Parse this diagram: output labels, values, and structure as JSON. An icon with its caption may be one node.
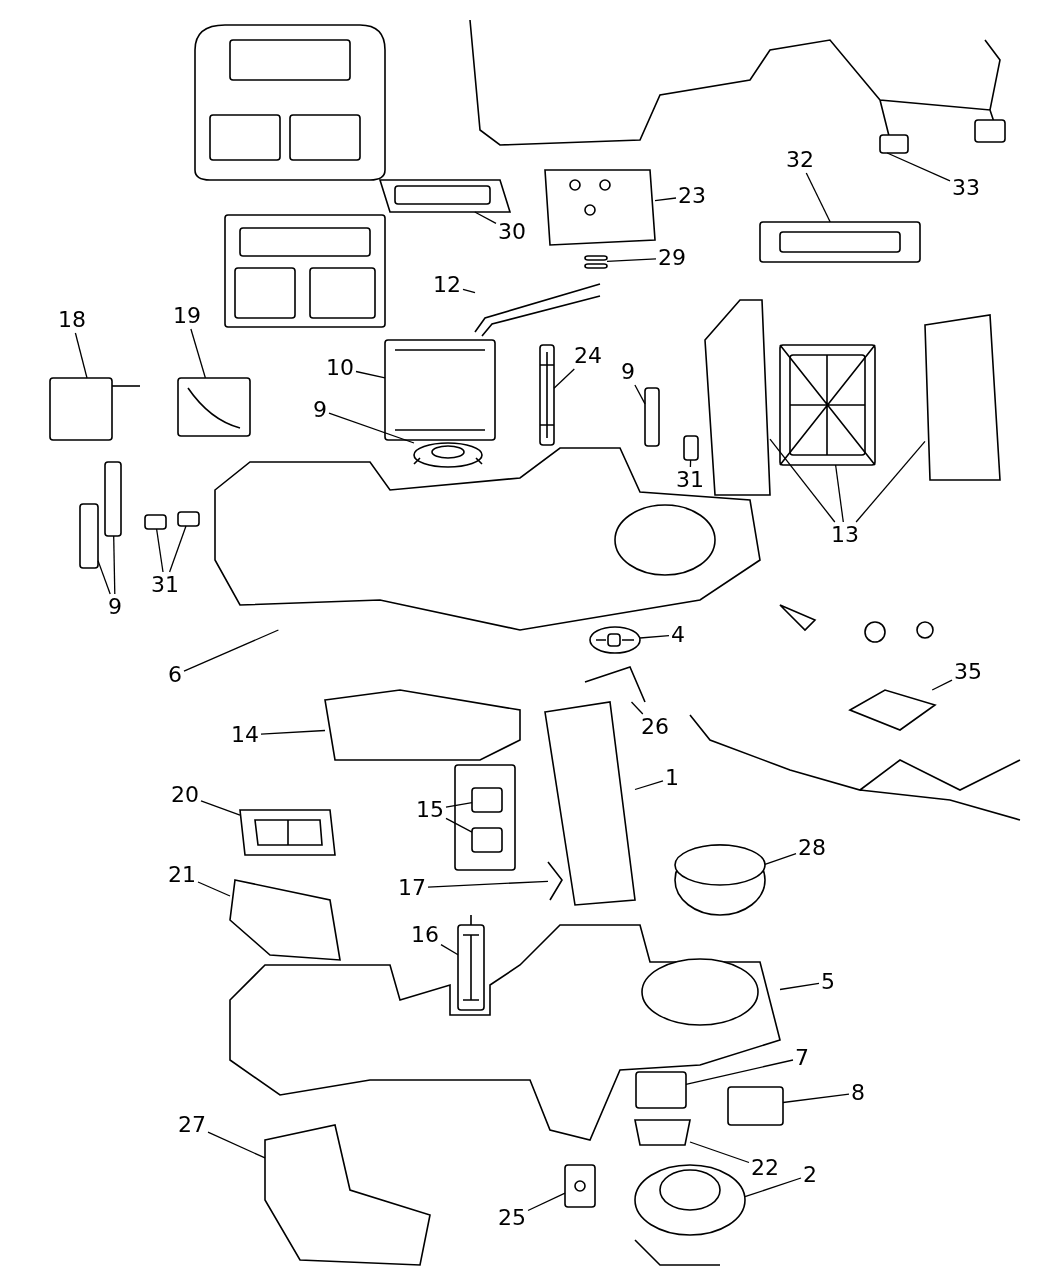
{
  "diagram": {
    "nodes": [
      {
        "text": [
          "33"
        ]
      },
      {
        "text": [
          "32"
        ]
      },
      {
        "text": [
          "23"
        ]
      },
      {
        "text": [
          "30"
        ]
      },
      {
        "text": [
          "29"
        ]
      },
      {
        "text": [
          "12"
        ]
      },
      {
        "text": [
          "18"
        ]
      },
      {
        "text": [
          "19"
        ]
      },
      {
        "text": [
          "10"
        ]
      },
      {
        "text": [
          "24"
        ]
      },
      {
        "text": [
          "9"
        ]
      },
      {
        "text": [
          "9"
        ]
      },
      {
        "text": [
          "31"
        ]
      },
      {
        "text": [
          "13"
        ]
      },
      {
        "text": [
          "31"
        ]
      },
      {
        "text": [
          "9"
        ]
      },
      {
        "text": [
          "6"
        ]
      },
      {
        "text": [
          "4"
        ]
      },
      {
        "text": [
          "35"
        ]
      },
      {
        "text": [
          "14"
        ]
      },
      {
        "text": [
          "26"
        ]
      },
      {
        "text": [
          "1"
        ]
      },
      {
        "text": [
          "15"
        ]
      },
      {
        "text": [
          "20"
        ]
      },
      {
        "text": [
          "17"
        ]
      },
      {
        "text": [
          "28"
        ]
      },
      {
        "text": [
          "21"
        ]
      },
      {
        "text": [
          "16"
        ]
      },
      {
        "text": [
          "5"
        ]
      },
      {
        "text": [
          "7"
        ]
      },
      {
        "text": [
          "8"
        ]
      },
      {
        "text": [
          "27"
        ]
      },
      {
        "text": [
          "22"
        ]
      },
      {
        "text": [
          "25"
        ]
      },
      {
        "text": [
          "2"
        ]
      },
      {
        "text": [],
        "shape": "picture"
      },
      {
        "text": [],
        "shape": "picture"
      },
      {
        "text": [],
        "shape": "picture"
      },
      {
        "text": [],
        "shape": "picture"
      },
      {
        "text": [],
        "shape": "picture"
      },
      {
        "text": [],
        "shape": "picture"
      },
      {
        "text": [],
        "shape": "picture"
      },
      {
        "text": [],
        "shape": "picture"
      },
      {
        "text": [],
        "shape": "picture"
      },
      {
        "text": [],
        "shape": "picture"
      },
      {
        "text": [],
        "shape": "box"
      },
      {
        "text": [],
        "shape": "picture"
      },
      {
        "text": [],
        "shape": "box"
      },
      {
        "text": [],
        "shape": "picture"
      },
      {
        "text": [],
        "shape": "picture"
      },
      {
        "text": [],
        "shape": "picture"
      },
      {
        "text": [],
        "shape": "box"
      },
      {
        "text": [],
        "shape": "box"
      },
      {
        "text": [],
        "shape": "box"
      },
      {
        "text": [],
        "shape": "box"
      },
      {
        "text": [],
        "shape": "picture"
      },
      {
        "text": [],
        "shape": "picture"
      },
      {
        "text": [],
        "shape": "picture"
      },
      {
        "text": [],
        "shape": "picture"
      },
      {
        "text": [],
        "shape": "picture"
      },
      {
        "text": [],
        "shape": "picture"
      },
      {
        "text": [],
        "shape": "box"
      },
      {
        "text": [],
        "shape": "box"
      },
      {
        "text": [],
        "shape": "picture"
      },
      {
        "text": [],
        "shape": "picture"
      },
      {
        "text": [],
        "shape": "picture"
      },
      {
        "text": [],
        "shape": "picture"
      },
      {
        "text": [],
        "shape": "picture"
      },
      {
        "text": [],
        "shape": "picture"
      },
      {
        "text": [],
        "shape": "box"
      },
      {
        "text": [],
        "shape": "box"
      },
      {
        "text": [],
        "shape": "picture"
      },
      {
        "text": [],
        "shape": "picture"
      },
      {
        "text": [],
        "shape": "picture"
      },
      {
        "text": [],
        "shape": "picture"
      }
    ],
    "edges": [
      {
        "from": 0,
        "to": 35,
        "arrow": "none"
      },
      {
        "from": 1,
        "to": 36,
        "arrow": "none"
      },
      {
        "from": 2,
        "to": 37,
        "arrow": "none"
      },
      {
        "from": 3,
        "to": 38,
        "arrow": "none"
      },
      {
        "from": 4,
        "to": 39,
        "arrow": "none"
      },
      {
        "from": 5,
        "to": 40,
        "arrow": "none"
      },
      {
        "from": 6,
        "to": 41,
        "arrow": "none"
      },
      {
        "from": 7,
        "to": 42,
        "arrow": "none"
      },
      {
        "from": 8,
        "to": 43,
        "arrow": "none"
      },
      {
        "from": 9,
        "to": 44,
        "arrow": "none"
      },
      {
        "from": 10,
        "to": 45,
        "arrow": "none"
      },
      {
        "from": 11,
        "to": 46,
        "arrow": "none"
      },
      {
        "from": 12,
        "to": 47,
        "arrow": "none"
      },
      {
        "from": 13,
        "to": 48,
        "arrow": "none"
      },
      {
        "from": 13,
        "to": 49,
        "arrow": "none"
      },
      {
        "from": 13,
        "to": 50,
        "arrow": "none"
      },
      {
        "from": 14,
        "to": 51,
        "arrow": "none"
      },
      {
        "from": 14,
        "to": 52,
        "arrow": "none"
      },
      {
        "from": 15,
        "to": 53,
        "arrow": "none"
      },
      {
        "from": 15,
        "to": 54,
        "arrow": "none"
      },
      {
        "from": 16,
        "to": 55,
        "arrow": "none"
      },
      {
        "from": 17,
        "to": 56,
        "arrow": "none"
      },
      {
        "from": 18,
        "to": 57,
        "arrow": "none"
      },
      {
        "from": 19,
        "to": 58,
        "arrow": "none"
      },
      {
        "from": 20,
        "to": 59,
        "arrow": "none"
      },
      {
        "from": 21,
        "to": 60,
        "arrow": "none"
      },
      {
        "from": 22,
        "to": 61,
        "arrow": "none"
      },
      {
        "from": 22,
        "to": 62,
        "arrow": "none"
      },
      {
        "from": 23,
        "to": 63,
        "arrow": "none"
      },
      {
        "from": 24,
        "to": 64,
        "arrow": "none"
      },
      {
        "from": 25,
        "to": 65,
        "arrow": "none"
      },
      {
        "from": 26,
        "to": 66,
        "arrow": "none"
      },
      {
        "from": 27,
        "to": 67,
        "arrow": "none"
      },
      {
        "from": 28,
        "to": 68,
        "arrow": "none"
      },
      {
        "from": 29,
        "to": 69,
        "arrow": "none"
      },
      {
        "from": 30,
        "to": 70,
        "arrow": "none"
      },
      {
        "from": 31,
        "to": 71,
        "arrow": "none"
      },
      {
        "from": 32,
        "to": 72,
        "arrow": "none"
      },
      {
        "from": 33,
        "to": 73,
        "arrow": "none"
      },
      {
        "from": 34,
        "to": 74,
        "arrow": "none"
      }
    ]
  }
}
